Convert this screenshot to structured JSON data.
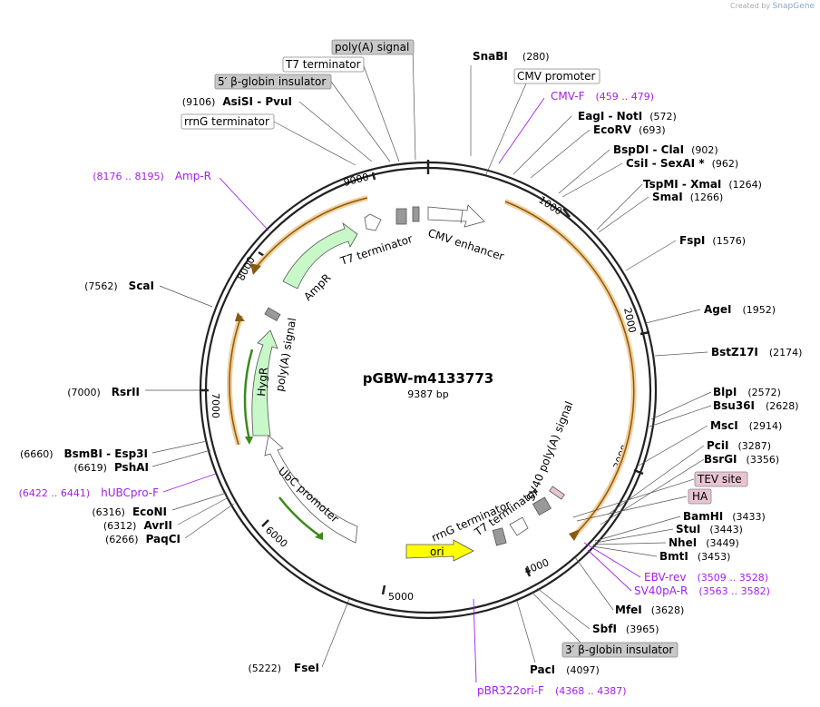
{
  "credit": {
    "prefix": "Created by",
    "brand": "SnapGene"
  },
  "plasmid": {
    "name": "pGBW-m4133773",
    "length_label": "9387 bp",
    "length": 9387
  },
  "colors": {
    "backbone": "#222222",
    "primer": "#a020f0",
    "orange": "#e8a33d",
    "green_feat": "#c8f7c8",
    "ori": "#ffff00",
    "gray_feat": "#999999",
    "tev": "#e8c4d2"
  },
  "ticks": [
    "1000",
    "2000",
    "3000",
    "4000",
    "5000",
    "6000",
    "7000",
    "8000",
    "9000"
  ],
  "sites": [
    {
      "name": "SnaBI",
      "pos": "(280)"
    },
    {
      "name": "EagI  -  NotI",
      "pos": "(572)"
    },
    {
      "name": "EcoRV",
      "pos": "(693)"
    },
    {
      "name": "BspDI  -  ClaI",
      "pos": "(902)"
    },
    {
      "name": "CsiI  -  SexAI *",
      "pos": "(962)"
    },
    {
      "name": "TspMI  -  XmaI",
      "pos": "(1264)"
    },
    {
      "name": "SmaI",
      "pos": "(1266)"
    },
    {
      "name": "FspI",
      "pos": "(1576)"
    },
    {
      "name": "AgeI",
      "pos": "(1952)"
    },
    {
      "name": "BstZ17I",
      "pos": "(2174)"
    },
    {
      "name": "BlpI",
      "pos": "(2572)"
    },
    {
      "name": "Bsu36I",
      "pos": "(2628)"
    },
    {
      "name": "MscI",
      "pos": "(2914)"
    },
    {
      "name": "PciI",
      "pos": "(3287)"
    },
    {
      "name": "BsrGI",
      "pos": "(3356)"
    },
    {
      "name": "BamHI",
      "pos": "(3433)"
    },
    {
      "name": "StuI",
      "pos": "(3443)"
    },
    {
      "name": "NheI",
      "pos": "(3449)"
    },
    {
      "name": "BmtI",
      "pos": "(3453)"
    },
    {
      "name": "MfeI",
      "pos": "(3628)"
    },
    {
      "name": "SbfI",
      "pos": "(3965)"
    },
    {
      "name": "PacI",
      "pos": "(4097)"
    },
    {
      "name": "FseI",
      "pos": "(5222)"
    },
    {
      "name": "PaqCI",
      "pos": "(6266)"
    },
    {
      "name": "AvrII",
      "pos": "(6312)"
    },
    {
      "name": "EcoNI",
      "pos": "(6316)"
    },
    {
      "name": "PshAI",
      "pos": "(6619)"
    },
    {
      "name": "BsmBI  -  Esp3I",
      "pos": "(6660)"
    },
    {
      "name": "RsrII",
      "pos": "(7000)"
    },
    {
      "name": "ScaI",
      "pos": "(7562)"
    },
    {
      "name": "AsiSI  -  PvuI",
      "pos": "(9106)"
    }
  ],
  "primers": [
    {
      "name": "CMV-F",
      "range": "(459 .. 479)"
    },
    {
      "name": "EBV-rev",
      "range": "(3509 .. 3528)"
    },
    {
      "name": "SV40pA-R",
      "range": "(3563 .. 3582)"
    },
    {
      "name": "pBR322ori-F",
      "range": "(4368 .. 4387)"
    },
    {
      "name": "hUBCpro-F",
      "range": "(6422 .. 6441)"
    },
    {
      "name": "Amp-R",
      "range": "(8176 .. 8195)"
    }
  ],
  "boxed_features": {
    "polyA_signal": "poly(A) signal",
    "t7_terminator": "T7 terminator",
    "beta_globin_5": "5′ β-globin insulator",
    "rrng_terminator": "rrnG terminator",
    "cmv_promoter": "CMV promoter",
    "tev_site": "TEV site",
    "ha": "HA",
    "beta_globin_3": "3′ β-globin insulator"
  },
  "inner_labels": {
    "t7_terminator_top": "T7 terminator",
    "cmv_enhancer": "CMV enhancer",
    "ampr": "AmpR",
    "polyA_inner": "poly(A) signal",
    "hygr": "HygR",
    "ubc_promoter": "UbC promoter",
    "sv40_polyA": "SV40 poly(A) signal",
    "t7_terminator_bottom": "T7 terminator",
    "rrng_terminator_bottom": "rrnG terminator",
    "ori": "ori"
  }
}
